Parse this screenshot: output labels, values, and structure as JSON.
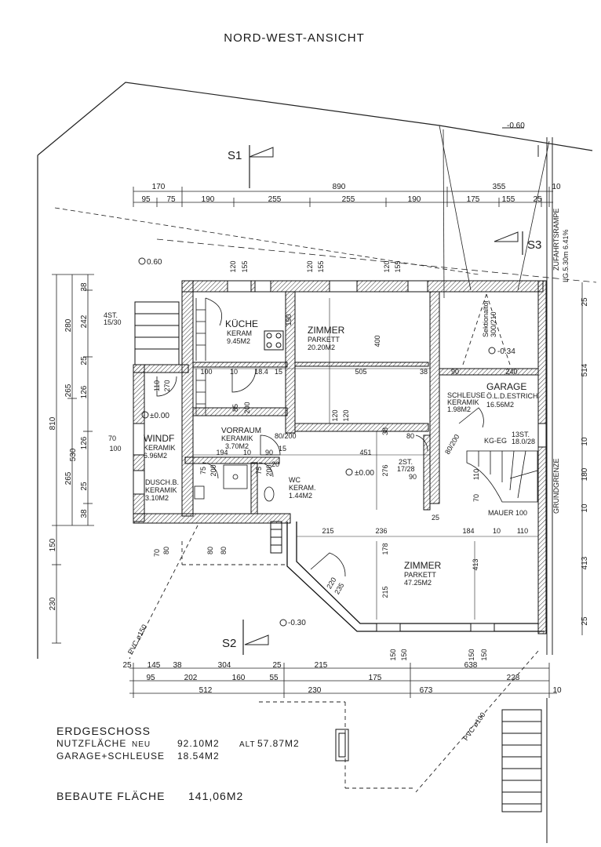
{
  "title": "NORD-WEST-ANSICHT",
  "sections": {
    "s1": "S1",
    "s2": "S2",
    "s3": "S3"
  },
  "levels": {
    "top_right": "-0.60",
    "left_top": "0.60",
    "garage": "-0.34",
    "floor_a": "±0.00",
    "floor_b": "±0.00",
    "terrace": "-0.30"
  },
  "rooms": {
    "kueche": {
      "name": "KÜCHE",
      "floor": "KERAM",
      "area": "9.45M2"
    },
    "zimmer1": {
      "name": "ZIMMER",
      "floor": "PARKETT",
      "area": "20.20M2"
    },
    "garage": {
      "name": "GARAGE",
      "floor": "Ö.L.D.ESTRICH",
      "area": "16.56M2"
    },
    "schleuse": {
      "name": "SCHLEUSE",
      "floor": "KERAMIK",
      "area": "1.98M2"
    },
    "windf": {
      "name": "WINDF",
      "floor": "KERAMIK",
      "area": "6.96M2"
    },
    "vorraum": {
      "name": "VORRAUM",
      "floor": "KERAMIK",
      "area": "3.70M2"
    },
    "wc": {
      "name": "WC",
      "floor": "KERAM.",
      "area": "1.44M2"
    },
    "dusch": {
      "name": "DUSCH.B.",
      "floor": "KERAMIK",
      "area": "3.10M2"
    },
    "zimmer2": {
      "name": "ZIMMER",
      "floor": "PARKETT",
      "area": "47.25M2"
    }
  },
  "annotations": {
    "sektionaltor": "Sektionaltor",
    "sektionaltor_size": "300/210",
    "zufahrt": "ZUFAHRTSRAMPE",
    "zufahrt_len": "LG.5.30m 6.41%",
    "grundgrenze": "GRUNDGRENZE",
    "mauer": "MAUER 100",
    "kg_eg": "KG-EG",
    "stairs_kg": "13ST.",
    "stairs_kg_r": "18.0/28",
    "stairs_4": "4ST.",
    "stairs_4_r": "15/30",
    "stairs_2": "2ST.",
    "stairs_2_r": "17/28",
    "pvc_left": "PVC ø150",
    "pvc_right": "PVC ø100",
    "door_80_200": "80/200",
    "door_80_200b": "80/200"
  },
  "dims_top": {
    "row1": [
      "170",
      "890",
      "355",
      "10"
    ],
    "row2": [
      "95",
      "75",
      "190",
      "255",
      "255",
      "190",
      "175",
      "155",
      "25"
    ]
  },
  "dims_bottom": {
    "row1": [
      "25",
      "145",
      "38",
      "304",
      "25",
      "215",
      "638"
    ],
    "row2": [
      "95",
      "202",
      "160",
      "55",
      "175",
      "228"
    ],
    "row3": [
      "512",
      "230",
      "673",
      "10"
    ]
  },
  "dims_left": {
    "outer": [
      "810",
      "150",
      "230"
    ],
    "mid": [
      "280",
      "265",
      "265",
      "530"
    ],
    "inner": [
      "38",
      "242",
      "25",
      "126",
      "126",
      "25",
      "38"
    ]
  },
  "dims_right": [
    "25",
    "514",
    "10",
    "180",
    "10",
    "413",
    "25"
  ],
  "dims_inner": [
    "120",
    "155",
    "120",
    "155",
    "120",
    "155",
    "190",
    "400",
    "505",
    "38",
    "100",
    "10",
    "18.4",
    "15",
    "110",
    "270",
    "85",
    "200",
    "120",
    "120",
    "38",
    "90",
    "240",
    "70",
    "100",
    "194",
    "10",
    "90",
    "15",
    "451",
    "276",
    "20",
    "75",
    "200",
    "75",
    "200",
    "215",
    "236",
    "184",
    "10",
    "110",
    "178",
    "413",
    "215",
    "70",
    "80",
    "80",
    "80",
    "150",
    "150",
    "150",
    "150",
    "220",
    "235",
    "80",
    "90",
    "110",
    "70",
    "25"
  ],
  "summary": {
    "heading": "ERDGESCHOSS",
    "nutz_label": "NUTZFLÄCHE",
    "nutz_neu": "NEU",
    "nutz_val": "92.10M2",
    "alt_label": "ALT",
    "alt_val": "57.87M2",
    "garage_label": "GARAGE+SCHLEUSE",
    "garage_val": "18.54M2",
    "bebaut_label": "BEBAUTE FLÄCHE",
    "bebaut_val": "141,06M2"
  }
}
